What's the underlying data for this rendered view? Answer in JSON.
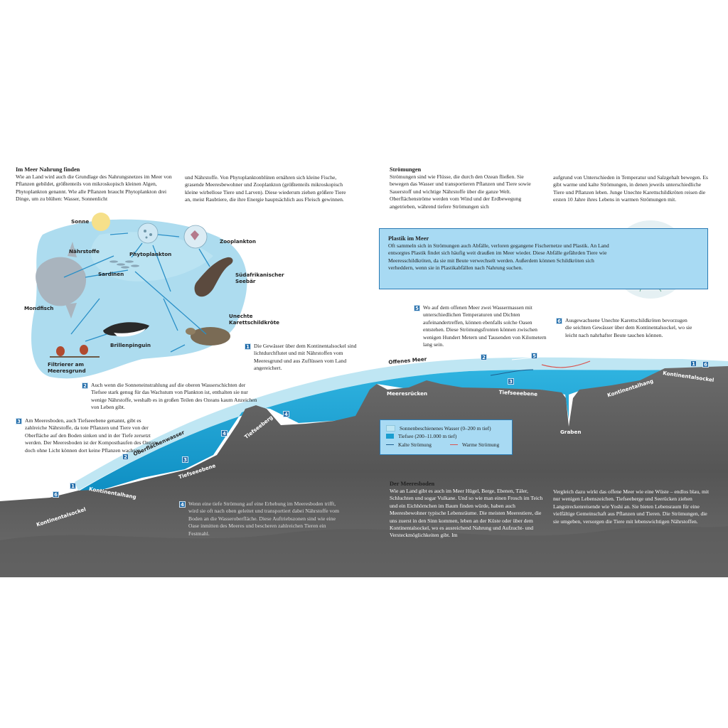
{
  "left": {
    "section1": {
      "title": "Im Meer Nahrung finden",
      "col1": "Wie an Land wird auch die Grundlage des Nahrungsnetzes im Meer von Pflanzen gebildet, größtenteils von mikroskopisch kleinen Algen, Phytoplankton genannt. Wie alle Pflanzen braucht Phytoplankton drei Dinge, um zu blühen: Wasser, Sonnenlicht",
      "col2": "und Nährstoffe. Von Phytoplanktonblüten ernähren sich kleine Fische, grasende Meeresbewohner und Zooplankton (größtenteils mikroskopisch kleine wirbellose Tiere und Larven). Diese wiederum ziehen größere Tiere an, meist Raubtiere, die ihre Energie hauptsächlich aus Fleisch gewinnen."
    },
    "foodweb": {
      "sonne": "Sonne",
      "naehrstoffe": "Nährstoffe",
      "phytoplankton": "Phytoplankton",
      "zooplankton": "Zooplankton",
      "sardinen": "Sardinen",
      "seebaer": "Südafrikanischer Seebär",
      "mondfisch": "Mondfisch",
      "schildkroete": "Unechte Karettschildkröte",
      "pinguin": "Brillenpinguin",
      "filtrierer": "Filtrierer am Meeresgrund"
    },
    "notes": {
      "n1": "Die Gewässer über dem Kontinentalsockel sind lichtdurchflutet und mit Nährstoffen vom Meeresgrund und aus Zuflüssen vom Land angereichert.",
      "n2": "Auch wenn die Sonneneinstrahlung auf die oberen Wasserschichten der Tiefsee stark genug für das Wachstum von Plankton ist, enthalten sie nur wenige Nährstoffe, weshalb es in großen Teilen des Ozeans kaum Anzeichen von Leben gibt.",
      "n3": "Am Meeresboden, auch Tiefseeebene genannt, gibt es zahlreiche Nährstoffe, da tote Pflanzen und Tiere von der Oberfläche auf den Boden sinken und in der Tiefe zersetzt werden. Der Meeresboden ist der Komposthaufen des Ozeans, doch ohne Licht können dort keine Pflanzen wachsen.",
      "n4": "Wenn eine tiefe Strömung auf eine Erhebung im Meeresboden trifft, wird sie oft nach oben geleitet und transportiert dabei Nährstoffe vom Boden an die Wasseroberfläche. Diese Auftriebszonen sind wie eine Oase inmitten des Meeres und bescheren zahlreichen Tieren ein Festmahl."
    }
  },
  "right": {
    "section2": {
      "title": "Strömungen",
      "col1": "Strömungen sind wie Flüsse, die durch den Ozean fließen. Sie bewegen das Wasser und transportieren Pflanzen und Tiere sowie Sauerstoff und wichtige Nährstoffe über die ganze Welt. Oberflächenströme werden vom Wind und der Erdbewegung angetrieben, während tiefere Strömungen sich",
      "col2": "aufgrund von Unterschieden in Temperatur und Salzgehalt bewegen. Es gibt warme und kalte Strömungen, in denen jeweils unterschiedliche Tiere und Pflanzen leben. Junge Unechte Karettschildkröten reisen die ersten 10 Jahre ihres Lebens in warmen Strömungen mit."
    },
    "plastic": {
      "title": "Plastik im Meer",
      "text": "Oft sammeln sich in Strömungen auch Abfälle, verloren gegangene Fischernetze und Plastik. An Land entsorgtes Plastik findet sich häufig weit draußen im Meer wieder. Diese Abfälle gefährden Tiere wie Meeresschildkröten, da sie mit Beute verwechselt werden. Außerdem können Schildkröten sich verheddern, wenn sie in Plastikabfällen nach Nahrung suchen."
    },
    "notes": {
      "n5": "Wo auf dem offenen Meer zwei Wassermassen mit unterschiedlichen Temperaturen und Dichten aufeinandertreffen, können ebenfalls solche Oasen entstehen. Diese Strömungsfronten können zwischen wenigen Hundert Metern und Tausenden von Kilometern lang sein.",
      "n6": "Ausgewachsene Unechte Karettschildkröten bevorzugen die seichten Gewässer über dem Kontinentalsockel, wo sie leicht nach nahrhafter Beute tauchen können."
    },
    "section3": {
      "title": "Der Meeresboden",
      "col1": "Wie an Land gibt es auch im Meer Hügel, Berge, Ebenen, Täler, Schluchten und sogar Vulkane. Und so wie man einen Frosch im Teich und ein Eichhörnchen im Baum finden würde, haben auch Meeresbewohner typische Lebensräume. Die meisten Meerestiere, die uns zuerst in den Sinn kommen, leben an der Küste oder über dem Kontinentalsockel, wo es ausreichend Nahrung und Aufzucht- und Versteckmöglichkeiten gibt. Im",
      "col2": "Vergleich dazu wirkt das offene Meer wie eine Wüste – endlos blau, mit nur wenigen Lebenszeichen. Tiefseeberge und Seerücken ziehen Langstreckenreisende wie Yoshi an. Sie bieten Lebensraum für eine vielfältige Gemeinschaft aus Pflanzen und Tieren. Die Strömungen, die sie umgeben, versorgen die Tiere mit lebenswichtigen Nährstoffen."
    }
  },
  "terrain": {
    "kontinentalsockel_left": "Kontinentalsockel",
    "kontinentalhang_left": "Kontinentalhang",
    "oberflaechenwasser": "Oberflächenwasser",
    "tiefseeebene_left": "Tiefseeebene",
    "tiefseeberg": "Tiefseeberg",
    "offenes_meer": "Offenes Meer",
    "meeresruecken": "Meeresrücken",
    "tiefseeebene_right": "Tiefseeebene",
    "graben": "Graben",
    "kontinentalhang_right": "Kontinentalhang",
    "kontinentalsockel_right": "Kontinentalsockel"
  },
  "markers": [
    "1",
    "2",
    "3",
    "4",
    "5",
    "6"
  ],
  "legend": {
    "sun": "Sonnenbeschienenes Wasser (0–200 m tief)",
    "deep": "Tiefsee (200–11.000 m tief)",
    "cold": "Kalte Strömung",
    "warm": "Warme Strömung"
  },
  "colors": {
    "sunlit": "#bfe6f3",
    "deep": "#1a9ed0",
    "rock": "#5e5e5e",
    "cold": "#1f5e8e",
    "warm": "#d9534f",
    "marker": "#1f6aa8"
  }
}
